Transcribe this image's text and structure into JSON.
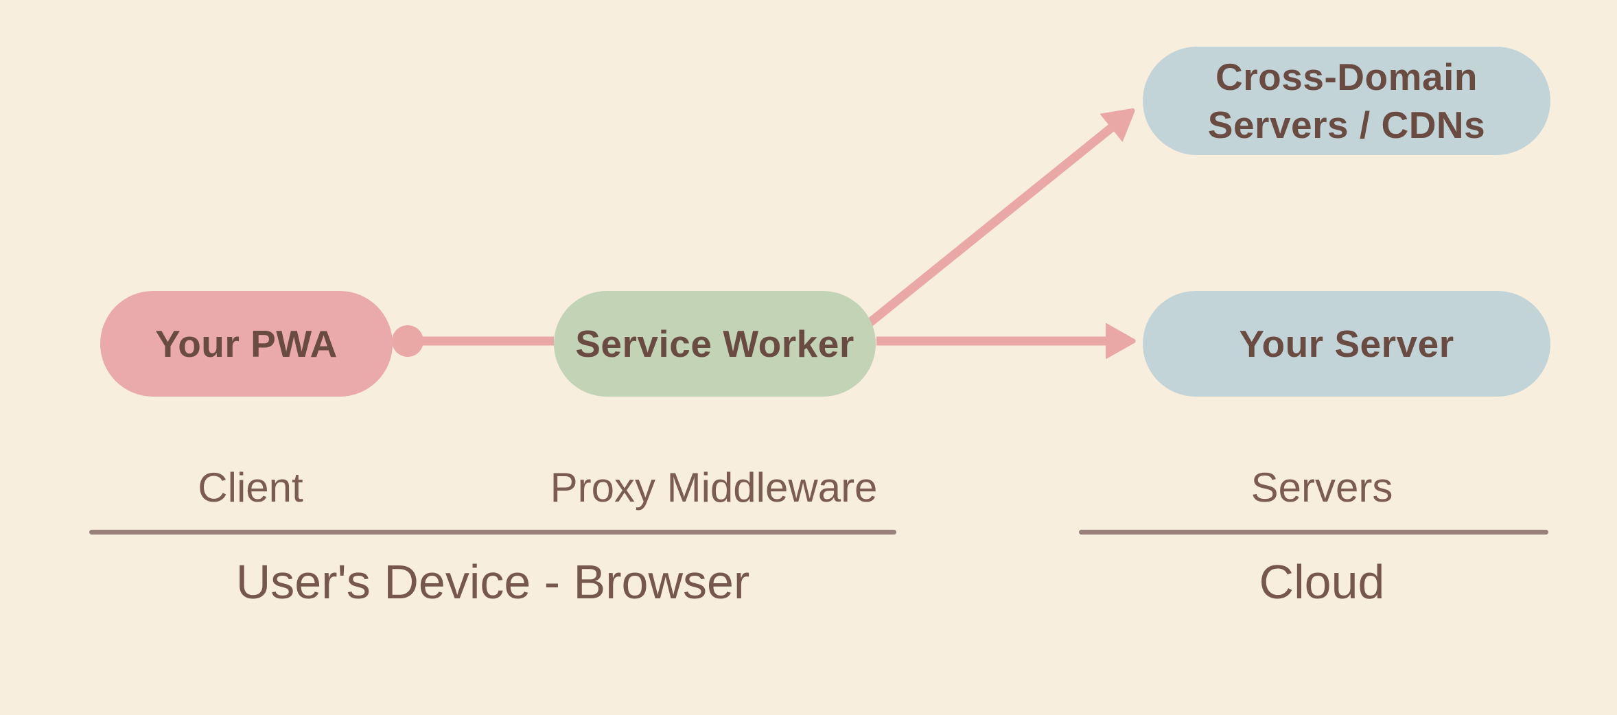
{
  "diagram": {
    "nodes": {
      "pwa": {
        "label": "Your PWA"
      },
      "service_worker": {
        "label": "Service Worker"
      },
      "cross_domain": {
        "label": "Cross-Domain\nServers / CDNs"
      },
      "your_server": {
        "label": "Your Server"
      }
    },
    "role_labels": {
      "client": "Client",
      "proxy": "Proxy Middleware",
      "servers": "Servers"
    },
    "group_labels": {
      "device": "User's Device - Browser",
      "cloud": "Cloud"
    },
    "colors": {
      "background": "#f8eedd",
      "pwa_node": "#eaa9ab",
      "service_worker_node": "#c2d3b6",
      "server_nodes": "#c3d4d9",
      "node_text": "#6a4b41",
      "label_text": "#7b5c50",
      "divider": "#98817a",
      "arrow": "#e9a7a5"
    }
  }
}
